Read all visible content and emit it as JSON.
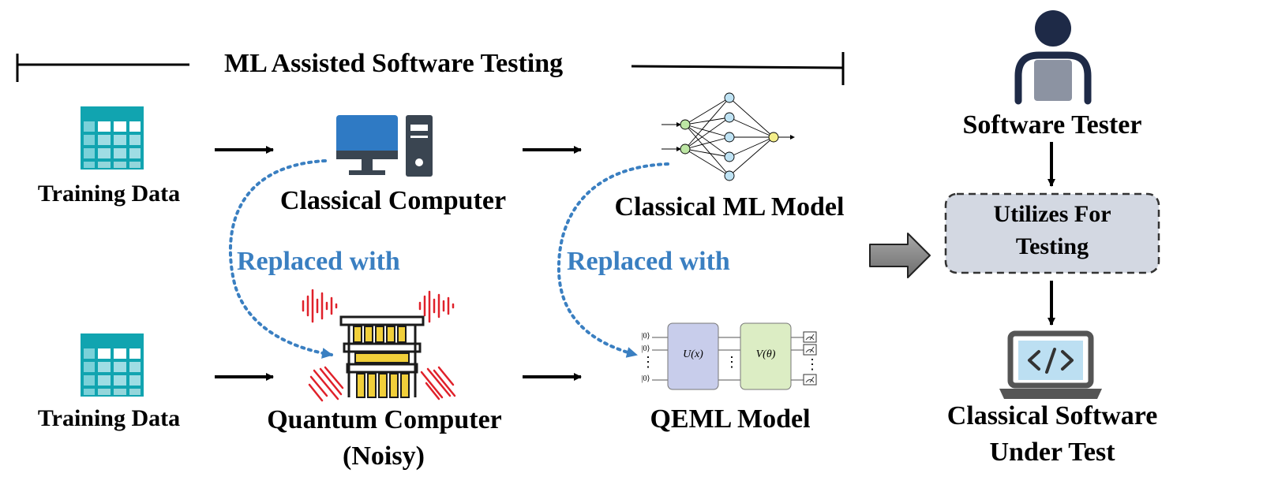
{
  "header": {
    "title": "ML Assisted Software Testing"
  },
  "classical_row": {
    "data_label": "Training Data",
    "computer_label": "Classical Computer",
    "model_label": "Classical ML Model"
  },
  "quantum_row": {
    "data_label": "Training Data",
    "computer_label_line1": "Quantum Computer",
    "computer_label_line2": "(Noisy)",
    "model_label": "QEML Model",
    "circuit": {
      "kets": [
        "|0⟩",
        "|0⟩",
        "|0⟩"
      ],
      "gate_u": "U(x)",
      "gate_v": "V(θ)",
      "ellipsis": "⋮"
    }
  },
  "replacement": {
    "left_label": "Replaced with",
    "right_label": "Replaced with"
  },
  "tester": {
    "label": "Software Tester",
    "box_line1": "Utilizes For",
    "box_line2": "Testing",
    "sut_line1": "Classical Software",
    "sut_line2": "Under Test"
  },
  "colors": {
    "accent_blue": "#3a7fc1",
    "table_teal": "#11a4b0",
    "monitor_blue": "#2f7ac4",
    "tower_dark": "#3a4551",
    "noise_red": "#e0212a",
    "quantum_gold": "#f1cf3a",
    "gate_u": "#c8cdeb",
    "gate_v": "#dcedc4",
    "box_fill": "#d3d8e2",
    "person_dark": "#1e2a47",
    "person_grey": "#8c93a2"
  }
}
